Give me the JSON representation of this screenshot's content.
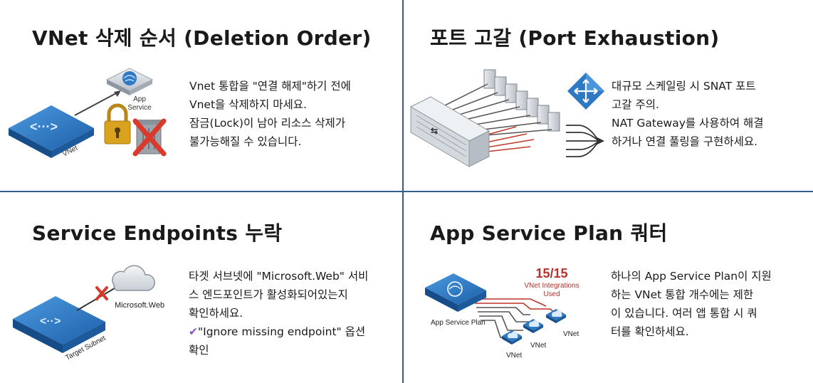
{
  "panels": {
    "vnet_deletion": {
      "title": "VNet 삭제 순서 (Deletion Order)",
      "lines": [
        "Vnet 통합을 \"연결 해제\"하기 전에",
        "Vnet을 삭제하지 마세요.",
        "잠금(Lock)이 남아 리소스 삭제가",
        "불가능해질 수 있습니다."
      ],
      "labels": {
        "app_service": "App\nService",
        "vnet": "VNet"
      }
    },
    "port_exhaustion": {
      "title": "포트 고갈 (Port Exhaustion)",
      "lines": [
        "대규모 스케일링 시 SNAT 포트",
        "고갈 주의.",
        "NAT Gateway를 사용하여 해결",
        "하거나 연결 풀링을 구현하세요."
      ]
    },
    "service_endpoints": {
      "title": "Service Endpoints 누락",
      "lines": [
        "타겟 서브넷에 \"Microsoft.Web\" 서비",
        "스 엔드포인트가 활성화되어있는지",
        "확인하세요."
      ],
      "check_line": "\"Ignore missing endpoint\" 옵션",
      "last_line": "확인",
      "labels": {
        "microsoft_web": "Microsoft.Web",
        "target_subnet": "Target Subnet"
      }
    },
    "app_service_plan": {
      "title": "App Service Plan 쿼터",
      "lines": [
        "하나의 App Service Plan이 지원",
        "하는 VNet 통합 개수에는 제한",
        "이 있습니다. 여러 앱 통합 시 쿼",
        "터를 확인하세요."
      ],
      "labels": {
        "quota": "15/15",
        "quota_caption_1": "VNet Integrations",
        "quota_caption_2": "Used",
        "plan": "App Service Plan",
        "vnet": "VNet"
      }
    }
  },
  "colors": {
    "divider": "#2f5f8a",
    "azure_blue": "#2f78c4",
    "red_x": "#d93a2b",
    "lock_gold": "#d9a320",
    "check_purple": "#8a52c8",
    "quota_red": "#b8322b"
  }
}
